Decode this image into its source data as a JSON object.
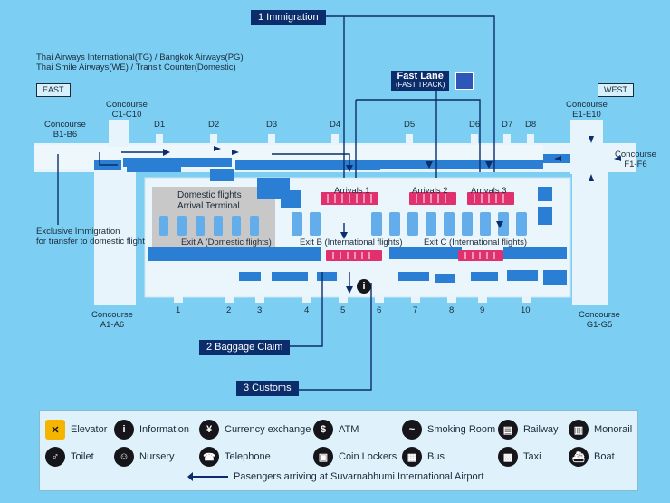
{
  "concourses": {
    "east": "EAST",
    "west": "WEST",
    "b": [
      "Concourse",
      "B1-B6"
    ],
    "c": [
      "Concourse",
      "C1-C10"
    ],
    "e": [
      "Concourse",
      "E1-E10"
    ],
    "f": [
      "Concourse",
      "F1-F6"
    ],
    "a": [
      "Concourse",
      "A1-A6"
    ],
    "g": [
      "Concourse",
      "G1-G5"
    ]
  },
  "airlines": [
    "Thai Airways International(TG) / Bangkok Airways(PG)",
    "Thai Smile Airways(WE) / Transit Counter(Domestic)"
  ],
  "gates_top": [
    "D1",
    "D2",
    "D3",
    "D4",
    "D5",
    "D6",
    "D7",
    "D8"
  ],
  "doors_bottom": [
    "1",
    "2",
    "3",
    "4",
    "5",
    "6",
    "7",
    "8",
    "9",
    "10"
  ],
  "steps": {
    "immigration": "1 Immigration",
    "baggage": "2 Baggage Claim",
    "customs": "3 Customs"
  },
  "fast_lane": {
    "title": "Fast Lane",
    "sub": "(FAST TRACK)"
  },
  "arrivals": [
    "Arrivals 1",
    "Arrivals 2",
    "Arrivals 3"
  ],
  "domestic": [
    "Domestic flights",
    "Arrival Terminal"
  ],
  "exits": [
    "Exit A (Domestic flights)",
    "Exit B (International flights)",
    "Exit C (International flights)"
  ],
  "exclusive": [
    "Exclusive Immigration",
    "for transfer to domestic flight"
  ],
  "info_symbol": "i",
  "legend": {
    "items": [
      {
        "label": "Elevator",
        "glyph": "✕",
        "icon": "elevator-icon"
      },
      {
        "label": "Information",
        "glyph": "i",
        "icon": "information-icon"
      },
      {
        "label": "Currency exchange",
        "glyph": "¥",
        "icon": "currency-exchange-icon"
      },
      {
        "label": "ATM",
        "glyph": "$",
        "icon": "atm-icon"
      },
      {
        "label": "Smoking Room",
        "glyph": "~",
        "icon": "smoking-room-icon"
      },
      {
        "label": "Railway",
        "glyph": "▤",
        "icon": "railway-icon"
      },
      {
        "label": "Monorail",
        "glyph": "▥",
        "icon": "monorail-icon"
      },
      {
        "label": "Toilet",
        "glyph": "♂",
        "icon": "toilet-icon"
      },
      {
        "label": "Nursery",
        "glyph": "☺",
        "icon": "nursery-icon"
      },
      {
        "label": "Telephone",
        "glyph": "☎",
        "icon": "telephone-icon"
      },
      {
        "label": "Coin Lockers",
        "glyph": "▣",
        "icon": "coin-lockers-icon"
      },
      {
        "label": "Bus",
        "glyph": "▦",
        "icon": "bus-icon"
      },
      {
        "label": "Taxi",
        "glyph": "▩",
        "icon": "taxi-icon"
      },
      {
        "label": "Boat",
        "glyph": "⛴",
        "icon": "boat-icon"
      }
    ],
    "note": "Pasengers arriving at Suvarnabhumi International Airport"
  },
  "colors": {
    "background": "#7ccff3",
    "floor": "#e8f4fb",
    "blue_block": "#2a7fd4",
    "navy": "#0b2d6b",
    "counter": "#e0306e",
    "domestic_area": "#c8c8c8"
  }
}
